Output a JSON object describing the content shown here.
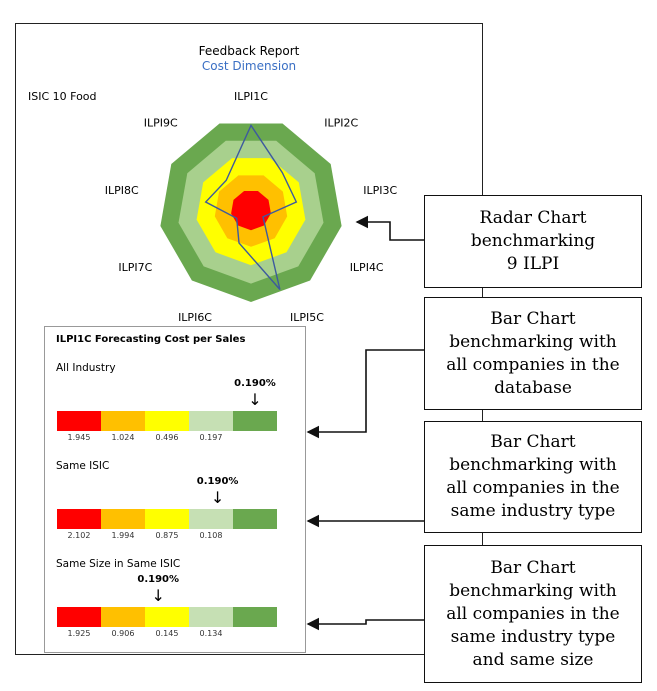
{
  "report": {
    "title": "Feedback Report",
    "subtitle": "Cost Dimension",
    "industry_label": "ISIC 10 Food"
  },
  "radar": {
    "axes": [
      "ILPI1C",
      "ILPI2C",
      "ILPI3C",
      "ILPI4C",
      "ILPI5C",
      "ILPI6C",
      "ILPI7C",
      "ILPI8C",
      "ILPI9C"
    ],
    "values": [
      0.92,
      0.53,
      0.5,
      0.15,
      0.92,
      0.38,
      0.18,
      0.5,
      0.42
    ],
    "band_colors": [
      "#6aa84f",
      "#a8d08d",
      "#ffff00",
      "#ffc000",
      "#ff0000"
    ],
    "line_color": "#3d5a9e"
  },
  "bar_panel": {
    "title": "ILPI1C Forecasting Cost per Sales",
    "colors": [
      "#ff0000",
      "#ffc000",
      "#ffff00",
      "#c6e0b4",
      "#6aa84f"
    ],
    "sections": [
      {
        "label": "All Industry",
        "value_label": "0.190%",
        "marker_position": 0.9,
        "values": [
          "1.945",
          "1.024",
          "0.496",
          "0.197",
          ""
        ]
      },
      {
        "label": "Same ISIC",
        "value_label": "0.190%",
        "marker_position": 0.73,
        "values": [
          "2.102",
          "1.994",
          "0.875",
          "0.108",
          ""
        ]
      },
      {
        "label": "Same Size in Same ISIC",
        "value_label": "0.190%",
        "marker_position": 0.46,
        "values": [
          "1.925",
          "0.906",
          "0.145",
          "0.134",
          ""
        ]
      }
    ]
  },
  "callouts": [
    {
      "lines": [
        "Radar Chart",
        "benchmarking",
        "9 ILPI"
      ]
    },
    {
      "lines": [
        "Bar Chart",
        "benchmarking with",
        "all companies in the",
        "database"
      ]
    },
    {
      "lines": [
        "Bar Chart",
        "benchmarking with",
        "all companies in the",
        "same industry type"
      ]
    },
    {
      "lines": [
        "Bar Chart",
        "benchmarking with",
        "all companies in the",
        "same industry type",
        "and same size"
      ]
    }
  ]
}
